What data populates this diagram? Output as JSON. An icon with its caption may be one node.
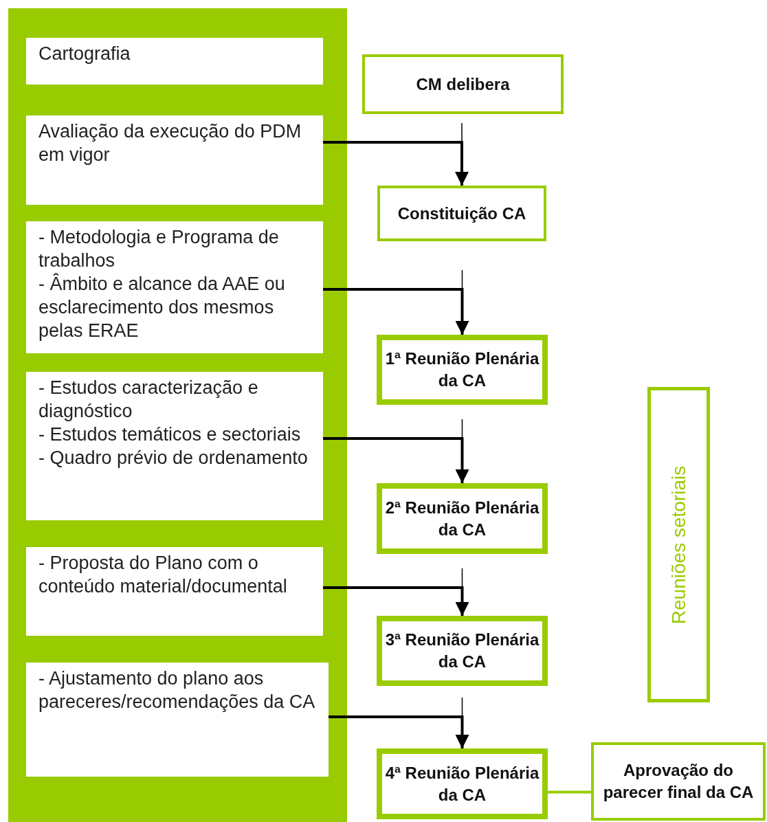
{
  "diagram": {
    "nodes": [
      {
        "text": [],
        "shape": "box"
      },
      {
        "text": [
          "Cartografia"
        ],
        "in": 0
      },
      {
        "text": [
          "Avaliação da execução do PDM em vigor"
        ],
        "in": 0
      },
      {
        "text": [
          "- Metodologia e Programa de trabalhos",
          "- Âmbito e alcance da AAE ou esclarecimento dos mesmos pelas ERAE"
        ],
        "in": 0
      },
      {
        "text": [
          "- Estudos caracterização e diagnóstico",
          "- Estudos temáticos e sectoriais",
          "- Quadro prévio de ordenamento"
        ],
        "in": 0
      },
      {
        "text": [
          "- Proposta do Plano com o conteúdo material/documental"
        ],
        "in": 0
      },
      {
        "text": [
          "- Ajustamento do plano aos pareceres/recomendações da CA"
        ],
        "in": 0
      },
      {
        "text": [
          "CM delibera"
        ]
      },
      {
        "text": [
          "Constituição CA"
        ]
      },
      {
        "text": [
          "1ª Reunião Plenária da CA"
        ]
      },
      {
        "text": [
          "2ª Reunião Plenária da CA"
        ]
      },
      {
        "text": [
          "3ª Reunião Plenária da CA"
        ]
      },
      {
        "text": [
          "4ª Reunião Plenária da CA"
        ]
      },
      {
        "text": [
          "Aprovação do parecer final da CA"
        ]
      },
      {
        "text": [
          "Reuniões setoriais"
        ]
      }
    ],
    "edges": [
      {
        "from": 2,
        "to": 8,
        "arrow": "to"
      },
      {
        "from": 3,
        "to": 9,
        "arrow": "to"
      },
      {
        "from": 4,
        "to": 10,
        "arrow": "to"
      },
      {
        "from": 5,
        "to": 11,
        "arrow": "to"
      },
      {
        "from": 6,
        "to": 12,
        "arrow": "to"
      },
      {
        "from": 12,
        "to": 13,
        "arrow": "none",
        "color": "#99cc00"
      }
    ]
  }
}
